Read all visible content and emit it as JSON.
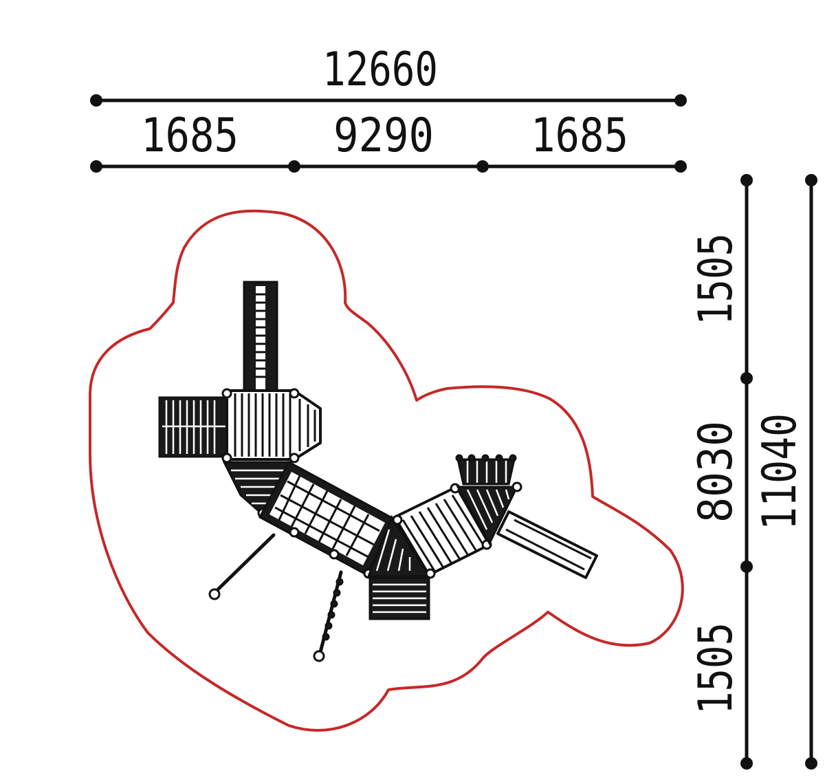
{
  "dimensions": {
    "overall_width": "12660",
    "width_segments": [
      "1685",
      "9290",
      "1685"
    ],
    "overall_depth": "11040",
    "depth_segments": [
      "1505",
      "8030",
      "1505"
    ]
  },
  "colors": {
    "safety_zone": "#c62828",
    "structure": "#111111",
    "background": "#ffffff"
  }
}
